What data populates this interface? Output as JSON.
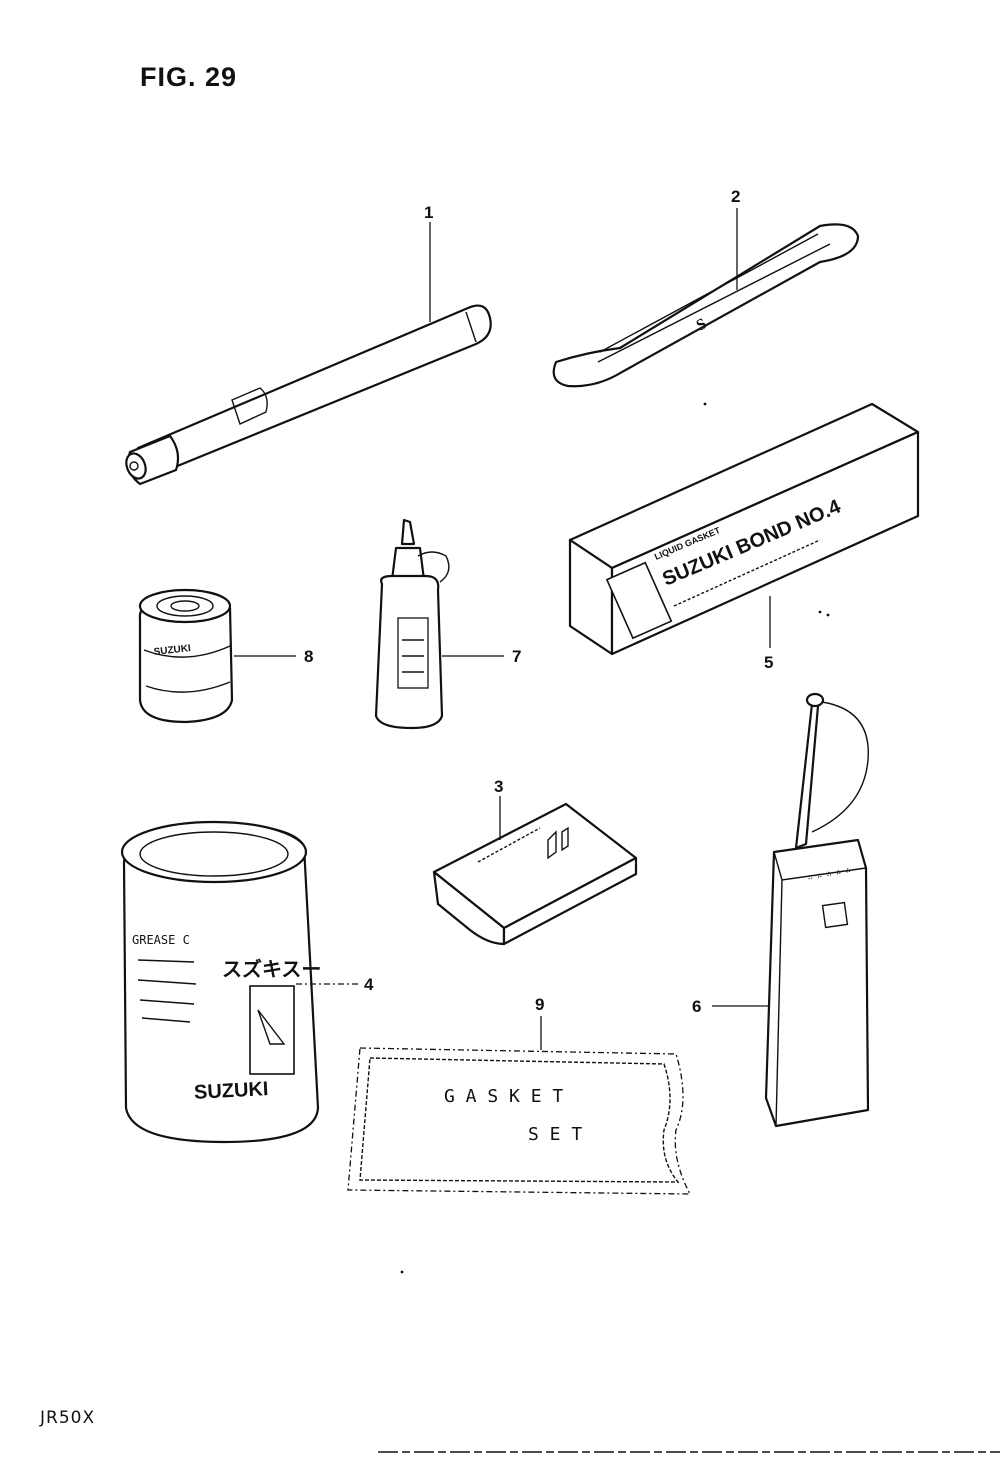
{
  "figure": {
    "title": "FIG. 29",
    "model_code": "JR50X"
  },
  "parts": [
    {
      "callout": "1"
    },
    {
      "callout": "2"
    },
    {
      "callout": "3"
    },
    {
      "callout": "4"
    },
    {
      "callout": "5",
      "label_line1": "LIQUID GASKET",
      "label_line2": "SUZUKI BOND NO.4"
    },
    {
      "callout": "6"
    },
    {
      "callout": "7"
    },
    {
      "callout": "8",
      "label": "SUZUKI"
    },
    {
      "callout": "9",
      "label_line1": "G A S K E T",
      "label_line2": "S E T"
    }
  ],
  "can_4_text": {
    "side_lines": [
      "GREASE C",
      "スズキスー",
      "SUZUKI"
    ],
    "bottom": "SUZUKI"
  }
}
